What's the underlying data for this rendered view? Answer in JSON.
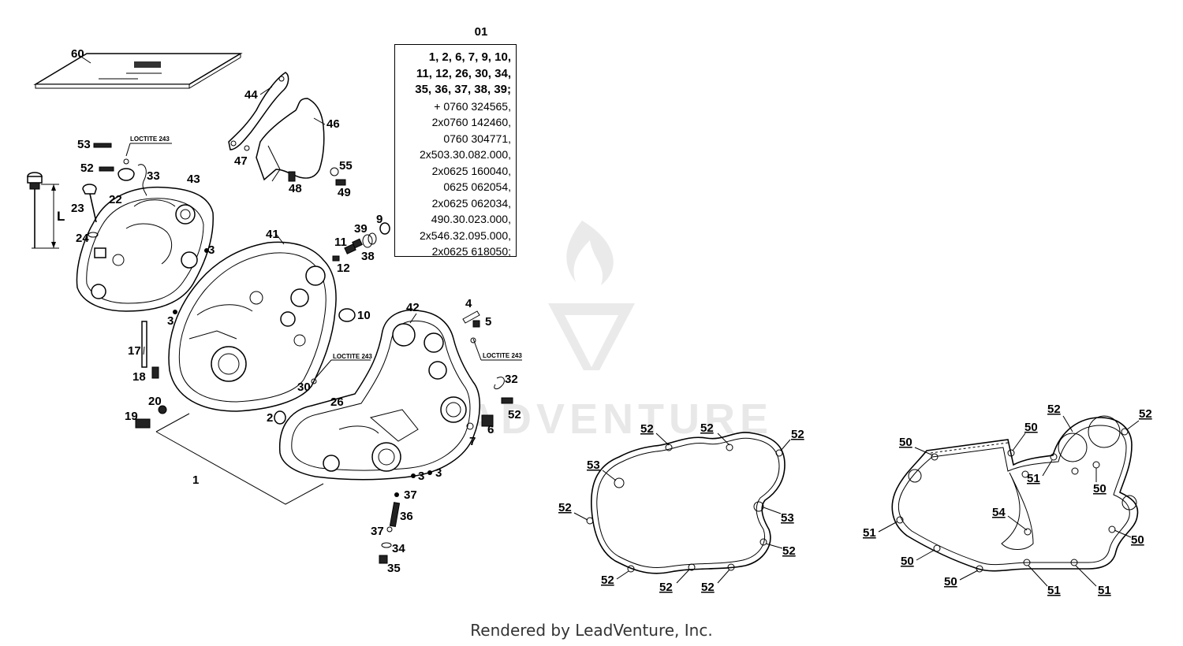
{
  "footer": "Rendered by LeadVenture, Inc.",
  "watermark": "ADVENTURE",
  "kit": {
    "title": "01",
    "lines": [
      "1, 2, 6, 7, 9, 10,",
      "11, 12, 26, 30, 34,",
      "35, 36, 37, 38, 39;",
      "+ 0760 324565,",
      "2x0760 142460,",
      "0760 304771,",
      "2x503.30.082.000,",
      "2x0625 160040,",
      "0625 062054,",
      "2x0625 062034,",
      "490.30.023.000,",
      "2x546.32.095.000,",
      "2x0625 618050;"
    ]
  },
  "annotations": {
    "loctite_1": "LOCTITE 243",
    "loctite_2": "LOCTITE 243",
    "loctite_3": "LOCTITE 243",
    "dimension_l": "L"
  },
  "manual_label": "60",
  "callouts": [
    {
      "id": "c53a",
      "text": "53"
    },
    {
      "id": "c52a",
      "text": "52"
    },
    {
      "id": "c22",
      "text": "22"
    },
    {
      "id": "c33",
      "text": "33"
    },
    {
      "id": "c43",
      "text": "43"
    },
    {
      "id": "c23",
      "text": "23"
    },
    {
      "id": "c24",
      "text": "24"
    },
    {
      "id": "c3a",
      "text": "3"
    },
    {
      "id": "c3b",
      "text": "3"
    },
    {
      "id": "c17",
      "text": "17"
    },
    {
      "id": "c18",
      "text": "18"
    },
    {
      "id": "c20",
      "text": "20"
    },
    {
      "id": "c19",
      "text": "19"
    },
    {
      "id": "c1",
      "text": "1"
    },
    {
      "id": "c44",
      "text": "44"
    },
    {
      "id": "c46",
      "text": "46"
    },
    {
      "id": "c47",
      "text": "47"
    },
    {
      "id": "c48",
      "text": "48"
    },
    {
      "id": "c55",
      "text": "55"
    },
    {
      "id": "c49",
      "text": "49"
    },
    {
      "id": "c41",
      "text": "41"
    },
    {
      "id": "c39",
      "text": "39"
    },
    {
      "id": "c9",
      "text": "9"
    },
    {
      "id": "c11",
      "text": "11"
    },
    {
      "id": "c38",
      "text": "38"
    },
    {
      "id": "c12",
      "text": "12"
    },
    {
      "id": "c10",
      "text": "10"
    },
    {
      "id": "c42",
      "text": "42"
    },
    {
      "id": "c4",
      "text": "4"
    },
    {
      "id": "c5",
      "text": "5"
    },
    {
      "id": "c32",
      "text": "32"
    },
    {
      "id": "c52b",
      "text": "52"
    },
    {
      "id": "c30",
      "text": "30"
    },
    {
      "id": "c26",
      "text": "26"
    },
    {
      "id": "c2",
      "text": "2"
    },
    {
      "id": "c6",
      "text": "6"
    },
    {
      "id": "c7",
      "text": "7"
    },
    {
      "id": "c3c",
      "text": "3"
    },
    {
      "id": "c3d",
      "text": "3"
    },
    {
      "id": "c37a",
      "text": "37"
    },
    {
      "id": "c36",
      "text": "36"
    },
    {
      "id": "c37b",
      "text": "37"
    },
    {
      "id": "c34",
      "text": "34"
    },
    {
      "id": "c35",
      "text": "35"
    }
  ],
  "gasket_left_labels": [
    {
      "id": "g1",
      "text": "52"
    },
    {
      "id": "g2",
      "text": "52"
    },
    {
      "id": "g3",
      "text": "52"
    },
    {
      "id": "g4",
      "text": "53"
    },
    {
      "id": "g5",
      "text": "52"
    },
    {
      "id": "g6",
      "text": "53"
    },
    {
      "id": "g7",
      "text": "52"
    },
    {
      "id": "g8",
      "text": "52"
    },
    {
      "id": "g9",
      "text": "52"
    },
    {
      "id": "g10",
      "text": "52"
    }
  ],
  "gasket_right_labels": [
    {
      "id": "h1",
      "text": "50"
    },
    {
      "id": "h2",
      "text": "50"
    },
    {
      "id": "h3",
      "text": "52"
    },
    {
      "id": "h4",
      "text": "52"
    },
    {
      "id": "h5",
      "text": "51"
    },
    {
      "id": "h6",
      "text": "50"
    },
    {
      "id": "h7",
      "text": "54"
    },
    {
      "id": "h8",
      "text": "51"
    },
    {
      "id": "h9",
      "text": "50"
    },
    {
      "id": "h10",
      "text": "50"
    },
    {
      "id": "h11",
      "text": "50"
    },
    {
      "id": "h12",
      "text": "51"
    },
    {
      "id": "h13",
      "text": "51"
    }
  ]
}
